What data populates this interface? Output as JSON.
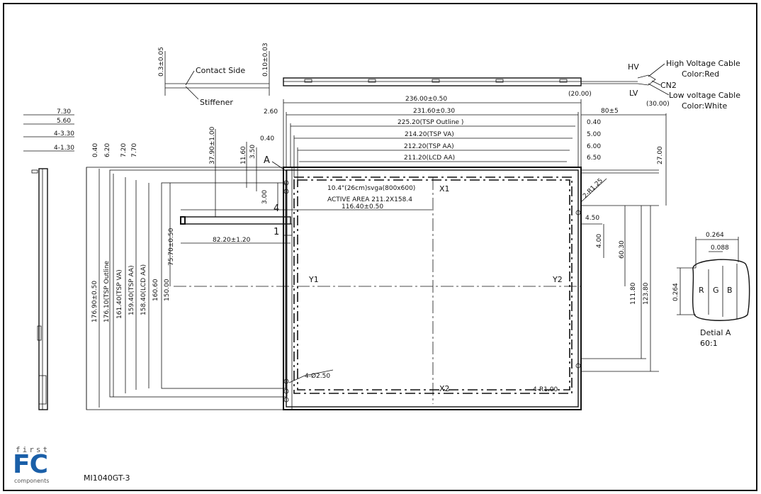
{
  "labels": {
    "contact_side": "Contact Side",
    "stiffener": "Stiffener",
    "hv": "HV",
    "lv": "LV",
    "hv_cable": "High Voltage Cable",
    "hv_color": "Color:Red",
    "cn2": "CN2",
    "lv_cable": "Low voltage Cable",
    "lv_color": "Color:White",
    "point_a": "A",
    "pin_4": "4",
    "pin_1": "1",
    "panel_desc": "10.4\"(26cm)svga(800x600)",
    "active_area": "ACTIVE AREA 211.2X158.4",
    "x1": "X1",
    "x2": "X2",
    "y1": "Y1",
    "y2": "Y2",
    "hole_note": "4-Ø2.50",
    "corner_note": "4-R1.00",
    "radius_note": "2-R1.25",
    "detail_title": "Detial A",
    "detail_scale": "60:1",
    "r": "R",
    "g": "G",
    "b": "B"
  },
  "dims": {
    "t_003": "0.3±0.05",
    "t_010": "0.10±0.03",
    "d_2000": "(20.00)",
    "d_3000": "(30.00)",
    "d_80": "80±5",
    "d_236": "236.00±0.50",
    "d_231": "231.60±0.30",
    "d_225": "225.20(TSP Outline )",
    "d_214": "214.20(TSP VA)",
    "d_212": "212.20(TSP AA)",
    "d_211": "211.20(LCD AA)",
    "r_040": "0.40",
    "r_500": "5.00",
    "r_600": "6.00",
    "r_650": "6.50",
    "d_2700": "27.00",
    "d_260": "2.60",
    "d_040b": "0.40",
    "s_730": "7.30",
    "s_560": "5.60",
    "s_330": "4-3.30",
    "s_130": "4-1.30",
    "v_040": "0.40",
    "v_620": "6.20",
    "v_720": "7.20",
    "v_770": "7.70",
    "v_3790": "37.90±1.00",
    "v_1160": "11.60",
    "v_350": "3.50",
    "v_300": "3.00",
    "d_11640": "116.40±0.50",
    "d_8220": "82.20±1.20",
    "v_7570": "75.70±0.50",
    "v_17690": "176.90±0.50",
    "v_17610": "176.10(TSP Outline",
    "v_16140": "161.40(TSP VA)",
    "v_15940": "159.40(TSP AA)",
    "v_15840": "158.40(LCD AA)",
    "v_16060": "160.60",
    "v_15000": "150.00",
    "d_450": "4.50",
    "v_400": "4.00",
    "v_6030": "60.30",
    "v_11180": "111.80",
    "v_12380": "123.80",
    "det_264": "0.264",
    "det_088": "0.088",
    "det_264v": "0.264"
  },
  "logo": {
    "first": "first",
    "fc": "FC",
    "components": "components"
  },
  "model_number": "MI1040GT-3",
  "colors": {
    "line": "#111111",
    "logo_blue": "#1a5fa8",
    "logo_gray": "#555555"
  }
}
